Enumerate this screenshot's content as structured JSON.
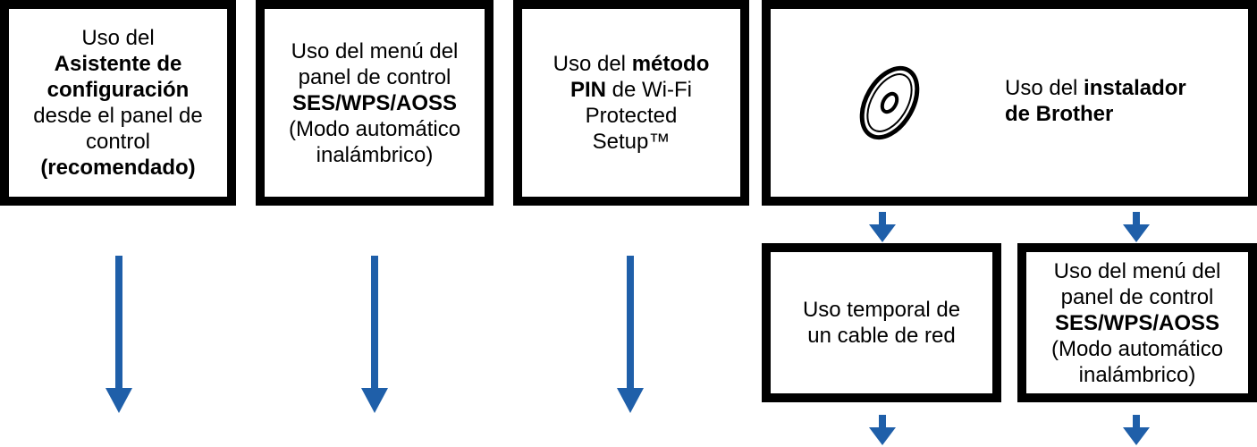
{
  "colors": {
    "border": "#000000",
    "arrow": "#1f5fa9"
  },
  "boxes": [
    {
      "id": "box-1",
      "segments": [
        {
          "text": "Uso del",
          "bold": false,
          "br": true
        },
        {
          "text": "Asistente de",
          "bold": true,
          "br": true
        },
        {
          "text": "configuración",
          "bold": true,
          "br": true
        },
        {
          "text": "desde el panel de",
          "bold": false,
          "br": true
        },
        {
          "text": "control",
          "bold": false,
          "br": true
        },
        {
          "text": "(recomendado)",
          "bold": true,
          "br": false
        }
      ]
    },
    {
      "id": "box-2",
      "segments": [
        {
          "text": "Uso del menú del",
          "bold": false,
          "br": true
        },
        {
          "text": "panel de control",
          "bold": false,
          "br": true
        },
        {
          "text": "SES/WPS/AOSS",
          "bold": true,
          "br": true
        },
        {
          "text": "(Modo automático",
          "bold": false,
          "br": true
        },
        {
          "text": "inalámbrico)",
          "bold": false,
          "br": false
        }
      ]
    },
    {
      "id": "box-3",
      "segments": [
        {
          "text": "Uso del ",
          "bold": false,
          "br": false
        },
        {
          "text": "método",
          "bold": true,
          "br": true
        },
        {
          "text": "PIN",
          "bold": true,
          "br": false
        },
        {
          "text": " de Wi-Fi",
          "bold": false,
          "br": true
        },
        {
          "text": "Protected",
          "bold": false,
          "br": true
        },
        {
          "text": "Setup™",
          "bold": false,
          "br": false
        }
      ]
    },
    {
      "id": "box-4",
      "segments": [
        {
          "text": "Uso del ",
          "bold": false,
          "br": false
        },
        {
          "text": "instalador",
          "bold": true,
          "br": true
        },
        {
          "text": "de Brother",
          "bold": true,
          "br": false
        }
      ]
    },
    {
      "id": "box-5",
      "segments": [
        {
          "text": "Uso temporal de",
          "bold": false,
          "br": true
        },
        {
          "text": "un cable de red",
          "bold": false,
          "br": false
        }
      ]
    },
    {
      "id": "box-6",
      "segments": [
        {
          "text": "Uso del menú del",
          "bold": false,
          "br": true
        },
        {
          "text": "panel de control",
          "bold": false,
          "br": true
        },
        {
          "text": "SES/WPS/AOSS",
          "bold": true,
          "br": true
        },
        {
          "text": "(Modo automático",
          "bold": false,
          "br": true
        },
        {
          "text": "inalámbrico)",
          "bold": false,
          "br": false
        }
      ]
    }
  ],
  "icons": {
    "installer": "cd-disc-icon",
    "flow": "arrow-down-icon"
  }
}
